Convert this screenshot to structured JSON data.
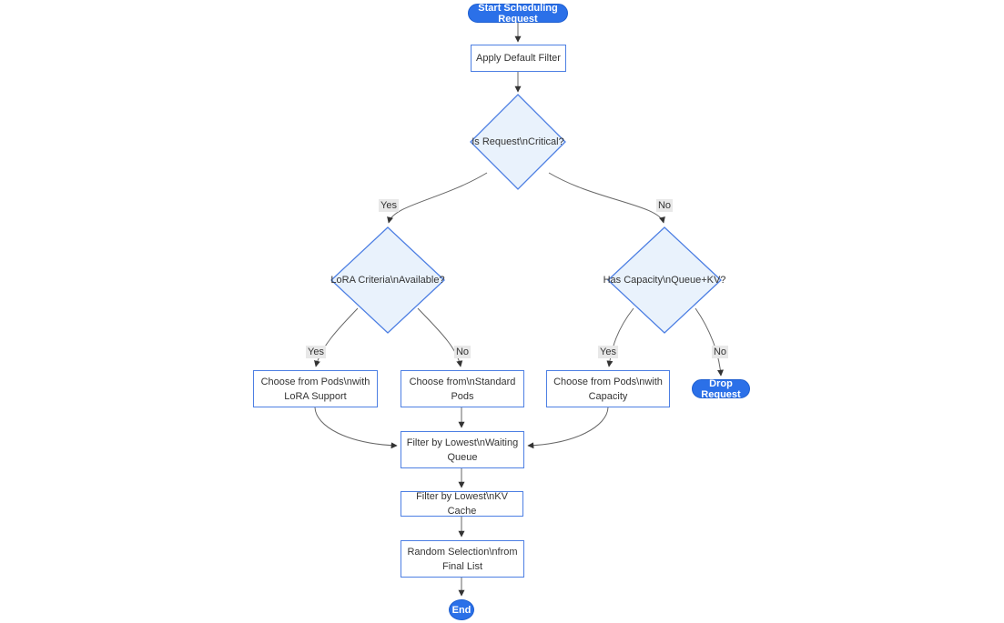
{
  "diagram": {
    "type": "flowchart",
    "nodes": {
      "start": {
        "label": "Start Scheduling Request",
        "shape": "stadium"
      },
      "apply_filter": {
        "label": "Apply Default Filter",
        "shape": "rect"
      },
      "is_critical": {
        "label": "Is Request\\nCritical?",
        "shape": "diamond"
      },
      "lora_criteria": {
        "label": "LoRA Criteria\\nAvailable?",
        "shape": "diamond"
      },
      "has_capacity": {
        "label": "Has Capacity\\nQueue+KV?",
        "shape": "diamond"
      },
      "choose_lora_pods": {
        "lines": [
          "Choose from Pods\\nwith",
          "LoRA Support"
        ],
        "shape": "rect"
      },
      "choose_standard_pods": {
        "lines": [
          "Choose from\\nStandard",
          "Pods"
        ],
        "shape": "rect"
      },
      "choose_capacity_pods": {
        "lines": [
          "Choose from Pods\\nwith",
          "Capacity"
        ],
        "shape": "rect"
      },
      "drop_request": {
        "label": "Drop Request",
        "shape": "stadium"
      },
      "filter_waiting_queue": {
        "lines": [
          "Filter by Lowest\\nWaiting",
          "Queue"
        ],
        "shape": "rect"
      },
      "filter_kv_cache": {
        "label": "Filter by Lowest\\nKV Cache",
        "shape": "rect"
      },
      "random_selection": {
        "lines": [
          "Random Selection\\nfrom",
          "Final List"
        ],
        "shape": "rect"
      },
      "end": {
        "label": "End",
        "shape": "stadium"
      }
    },
    "edges": [
      {
        "from": "start",
        "to": "apply_filter",
        "label": ""
      },
      {
        "from": "apply_filter",
        "to": "is_critical",
        "label": ""
      },
      {
        "from": "is_critical",
        "to": "lora_criteria",
        "label": "Yes"
      },
      {
        "from": "is_critical",
        "to": "has_capacity",
        "label": "No"
      },
      {
        "from": "lora_criteria",
        "to": "choose_lora_pods",
        "label": "Yes"
      },
      {
        "from": "lora_criteria",
        "to": "choose_standard_pods",
        "label": "No"
      },
      {
        "from": "has_capacity",
        "to": "choose_capacity_pods",
        "label": "Yes"
      },
      {
        "from": "has_capacity",
        "to": "drop_request",
        "label": "No"
      },
      {
        "from": "choose_lora_pods",
        "to": "filter_waiting_queue",
        "label": ""
      },
      {
        "from": "choose_standard_pods",
        "to": "filter_waiting_queue",
        "label": ""
      },
      {
        "from": "choose_capacity_pods",
        "to": "filter_waiting_queue",
        "label": ""
      },
      {
        "from": "filter_waiting_queue",
        "to": "filter_kv_cache",
        "label": ""
      },
      {
        "from": "filter_kv_cache",
        "to": "random_selection",
        "label": ""
      },
      {
        "from": "random_selection",
        "to": "end",
        "label": ""
      }
    ],
    "colors": {
      "pill_fill": "#2B70E8",
      "pill_border": "#1E5FD0",
      "node_border": "#4D7FE3",
      "node_fill": "#FFFFFF",
      "diamond_fill": "#E9F2FC",
      "edge_line": "#666666",
      "arrowhead": "#333333",
      "edge_label_bg": "#E8E8E8",
      "text": "#333333"
    }
  }
}
